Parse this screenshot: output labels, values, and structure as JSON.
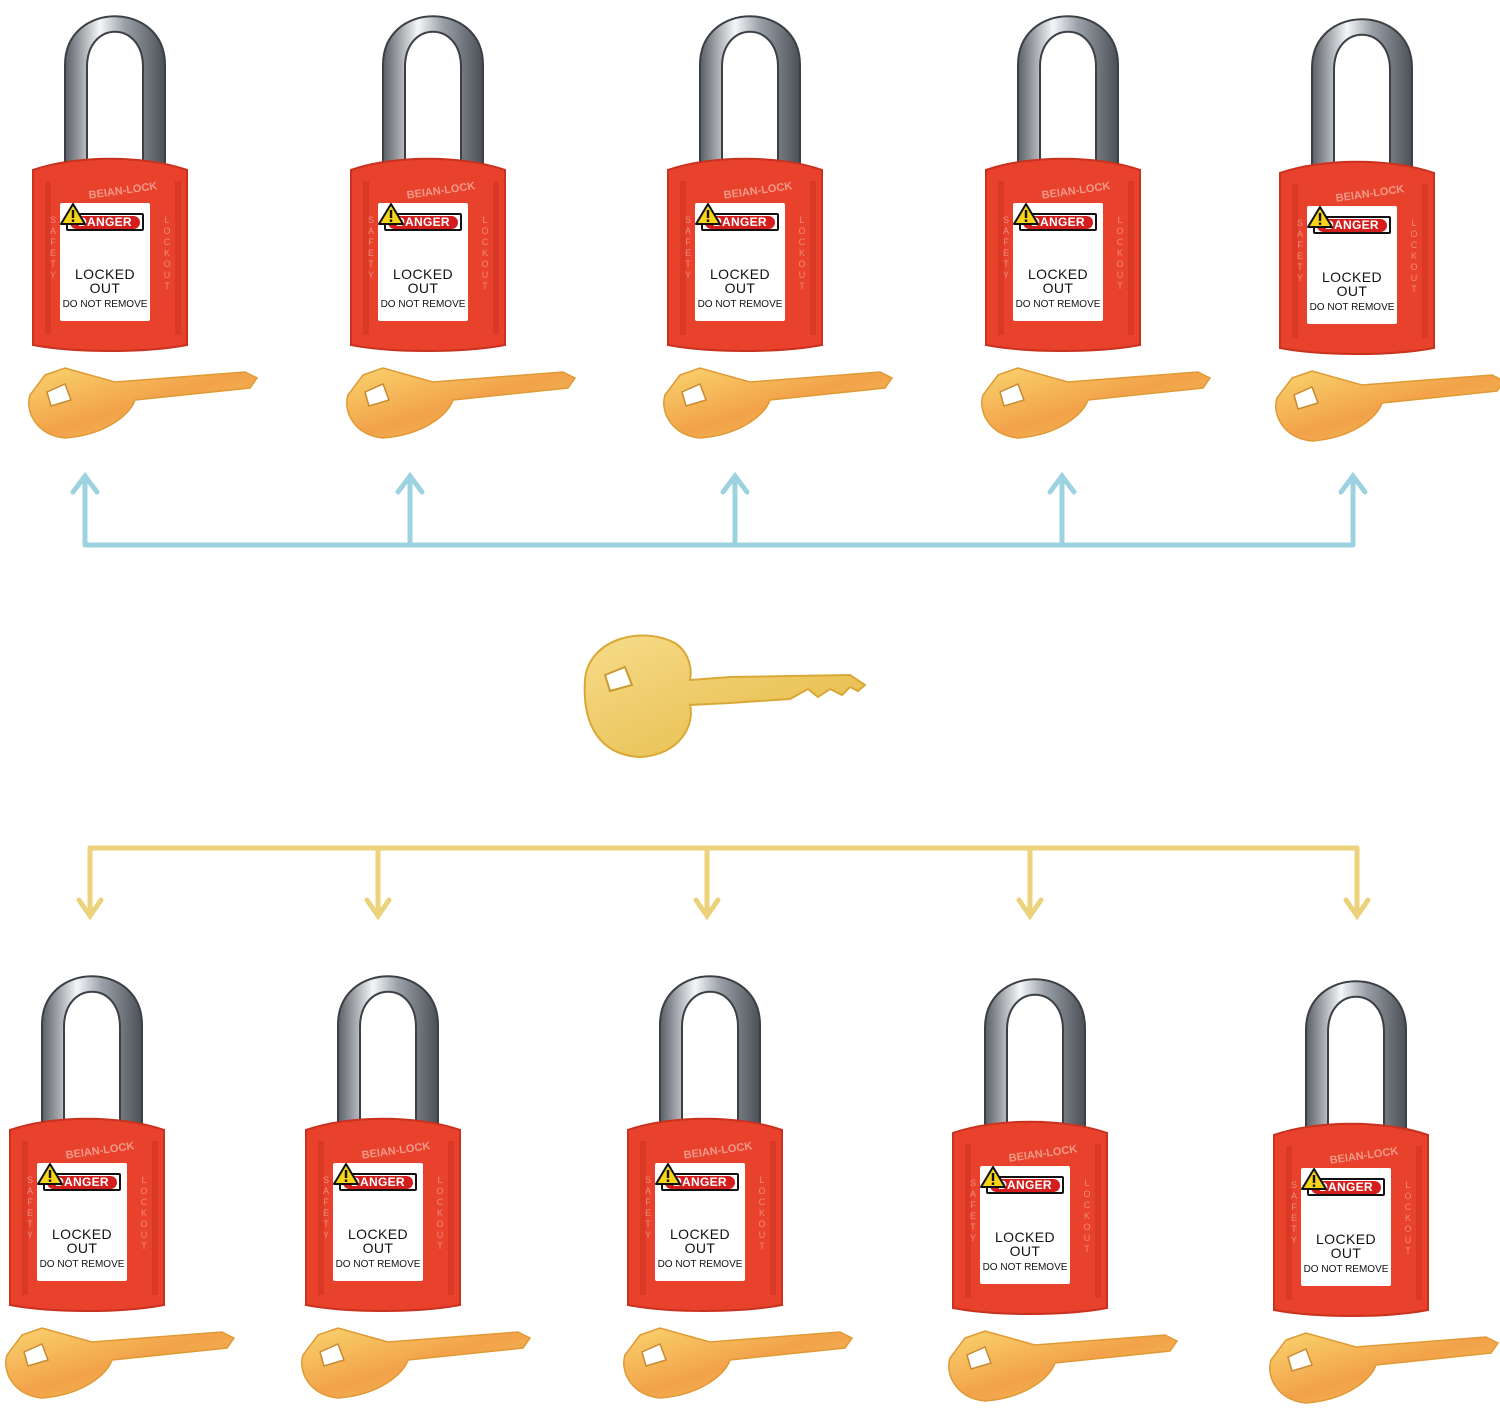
{
  "lock": {
    "brand": "BEIAN-LOCK",
    "side_left": "SAFETY",
    "side_right": "LOCKOUT",
    "danger": "DANGER",
    "line1": "LOCKED",
    "line2": "OUT",
    "line3": "DO NOT REMOVE"
  },
  "colors": {
    "lock_body": "#e8412c",
    "shackle": "#c9ccd0",
    "key": "#f2c14e",
    "top_connector": "#9dd3e0",
    "bottom_connector": "#ecd27a"
  },
  "top_row_count": 5,
  "bottom_row_count": 5
}
